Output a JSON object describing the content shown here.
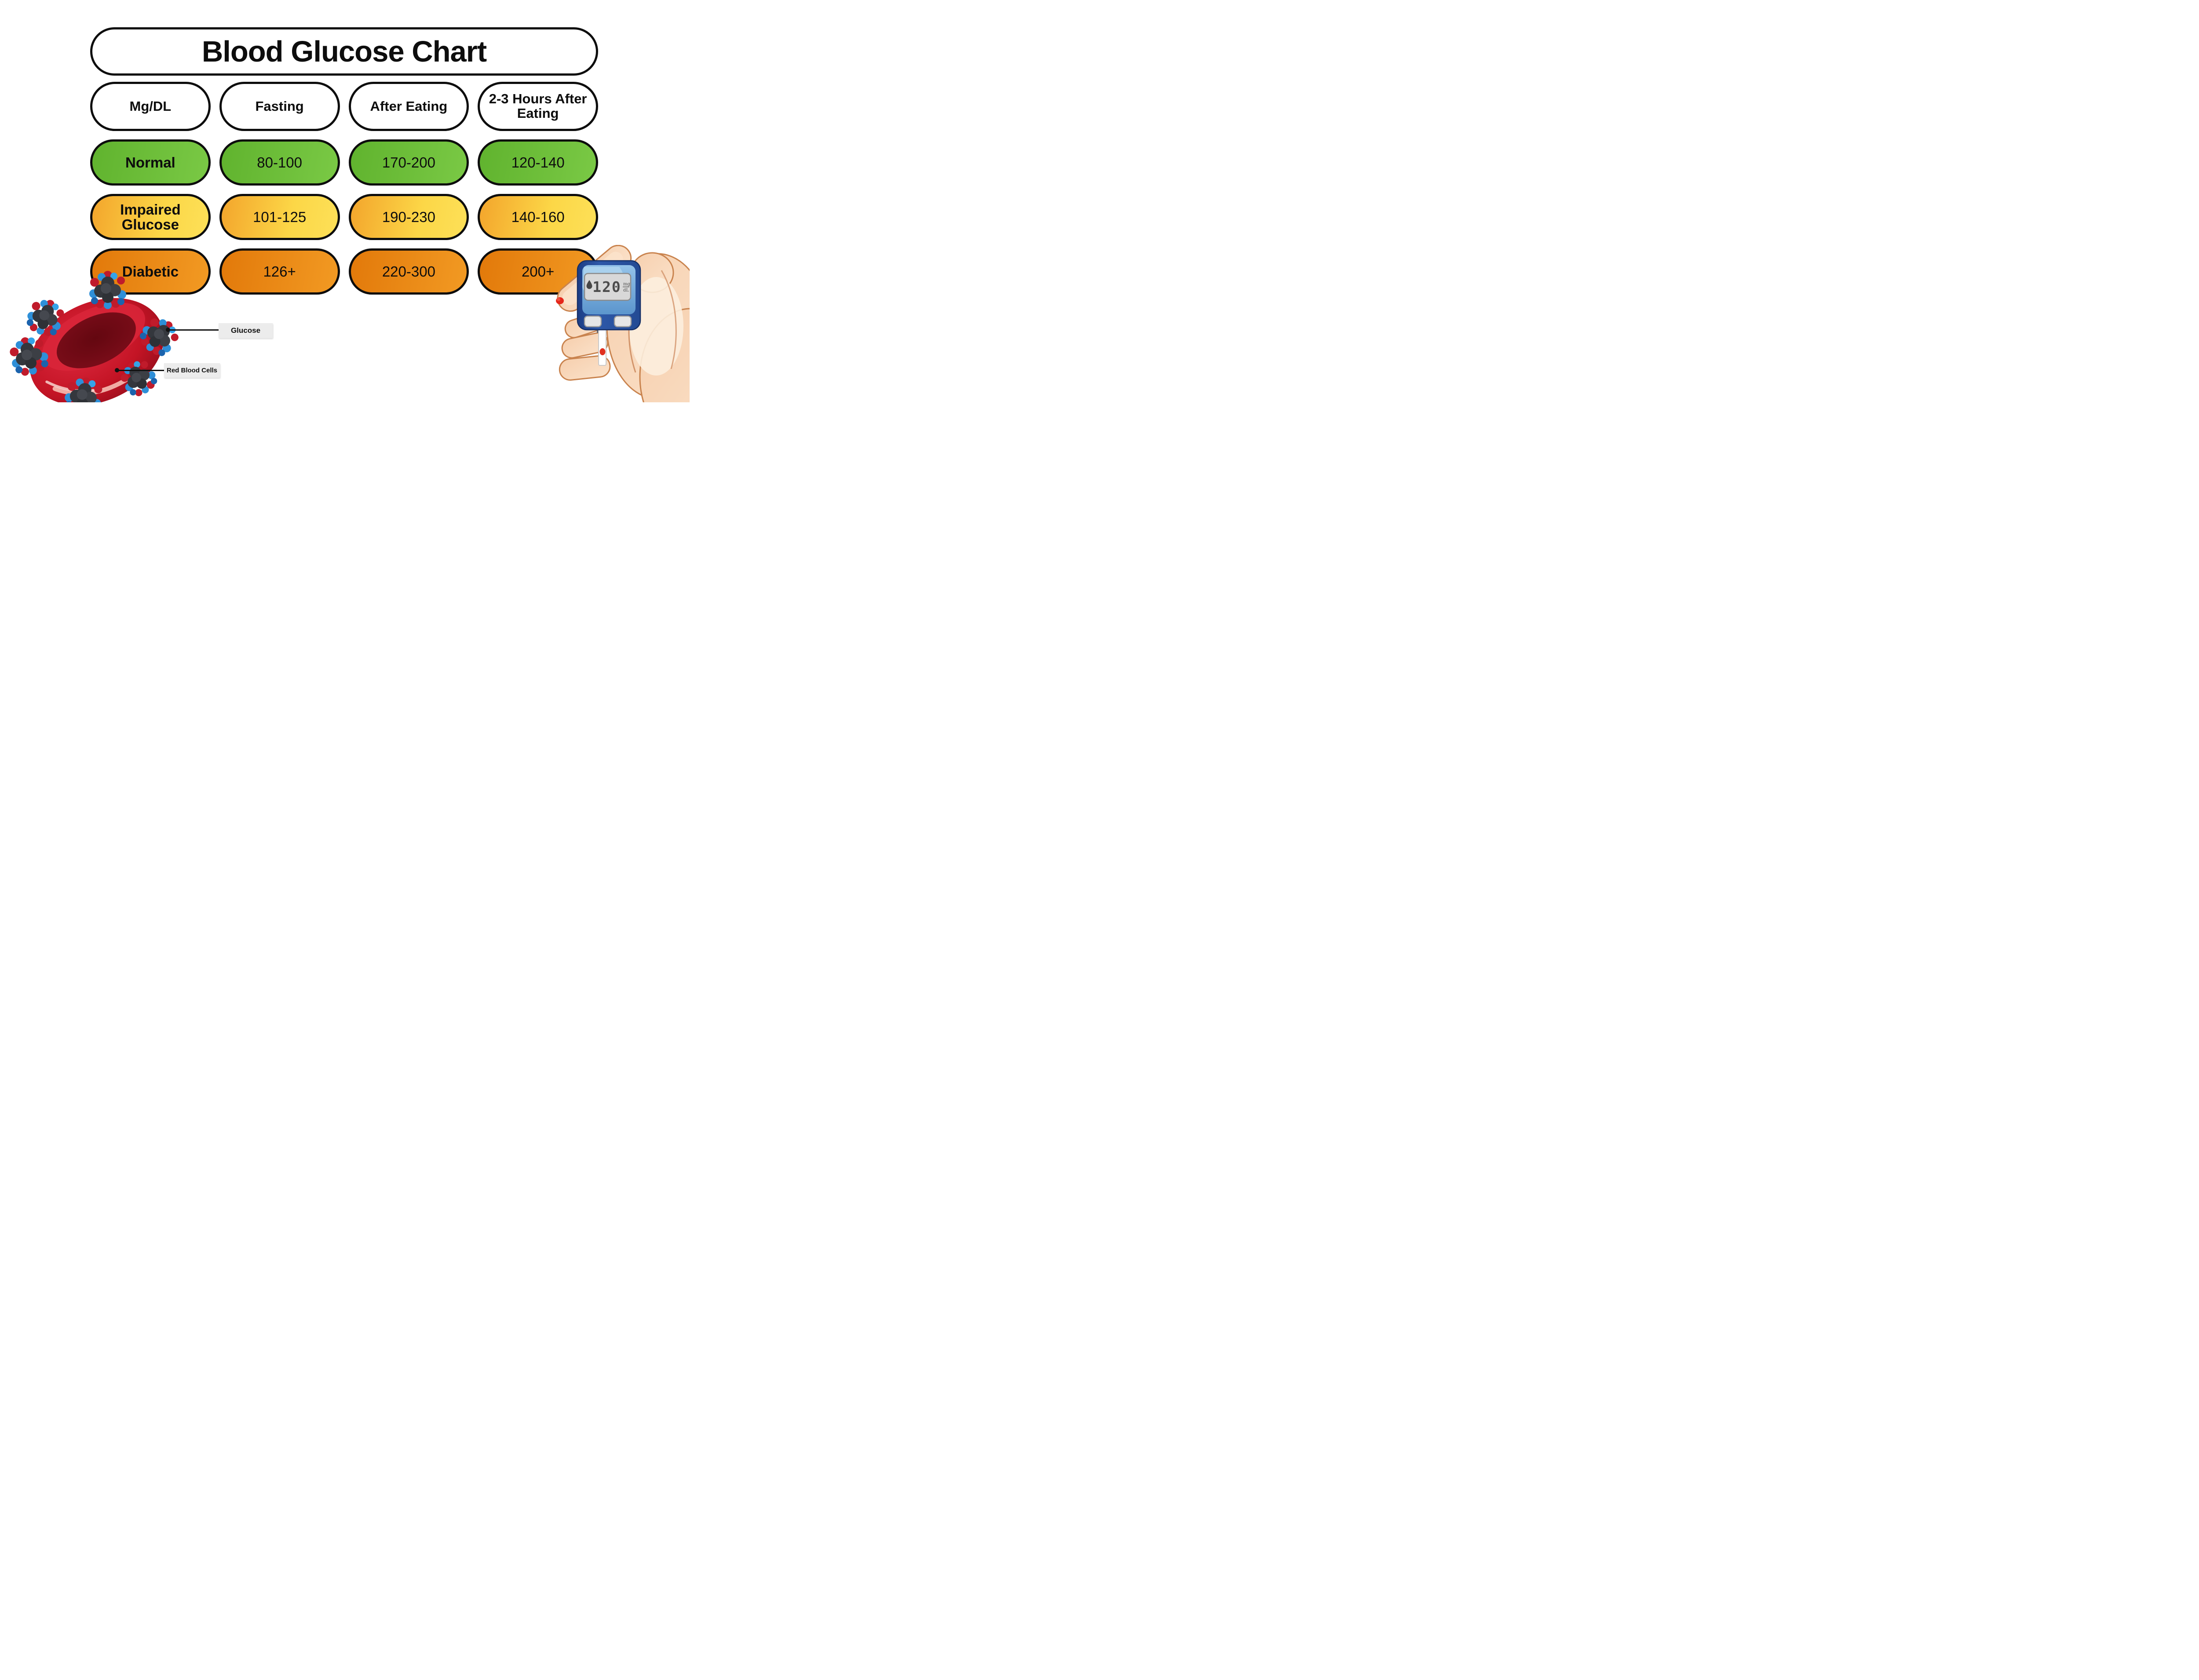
{
  "title": "Blood Glucose Chart",
  "table": {
    "headers": [
      "Mg/DL",
      "Fasting",
      "After Eating",
      "2-3 Hours After Eating"
    ],
    "rows": [
      {
        "label": "Normal",
        "values": [
          "80-100",
          "170-200",
          "120-140"
        ],
        "color_key": "green"
      },
      {
        "label": "Impaired Glucose",
        "values": [
          "101-125",
          "190-230",
          "140-160"
        ],
        "color_key": "yellow"
      },
      {
        "label": "Diabetic",
        "values": [
          "126+",
          "220-300",
          "200+"
        ],
        "color_key": "orange"
      }
    ]
  },
  "chart_data": {
    "type": "table",
    "title": "Blood Glucose Chart",
    "unit": "Mg/DL",
    "columns": [
      "Mg/DL",
      "Fasting",
      "After Eating",
      "2-3 Hours After Eating"
    ],
    "rows": [
      [
        "Normal",
        "80-100",
        "170-200",
        "120-140"
      ],
      [
        "Impaired Glucose",
        "101-125",
        "190-230",
        "140-160"
      ],
      [
        "Diabetic",
        "126+",
        "220-300",
        "200+"
      ]
    ],
    "row_colors": [
      "green",
      "yellow",
      "orange"
    ]
  },
  "annotations": {
    "glucose": "Glucose",
    "red_blood_cells": "Red Blood Cells"
  },
  "meter": {
    "reading": "120",
    "unit_top": "mg",
    "unit_bottom": "dL"
  },
  "colors": {
    "outline_black": "#0d0d0d",
    "normal_green_start": "#60b32e",
    "normal_green_end": "#7ac945",
    "impaired_yellow_start": "#f3a52c",
    "impaired_yellow_end": "#fde058",
    "diabetic_orange_start": "#e2790a",
    "diabetic_orange_end": "#f29a23",
    "rbc_red": "#c41425",
    "rbc_hole": "#720a14",
    "molecule_gray": "#34373d",
    "molecule_blue": "#2e8fd8",
    "molecule_red": "#c01b2b",
    "meter_body_blue": "#27509e",
    "meter_panel_blue": "#74b0de",
    "lcd_gray": "#d8d8d8",
    "skin": "#f8d5b5",
    "blood_red": "#e5261a",
    "tag_gray": "#ececec"
  }
}
